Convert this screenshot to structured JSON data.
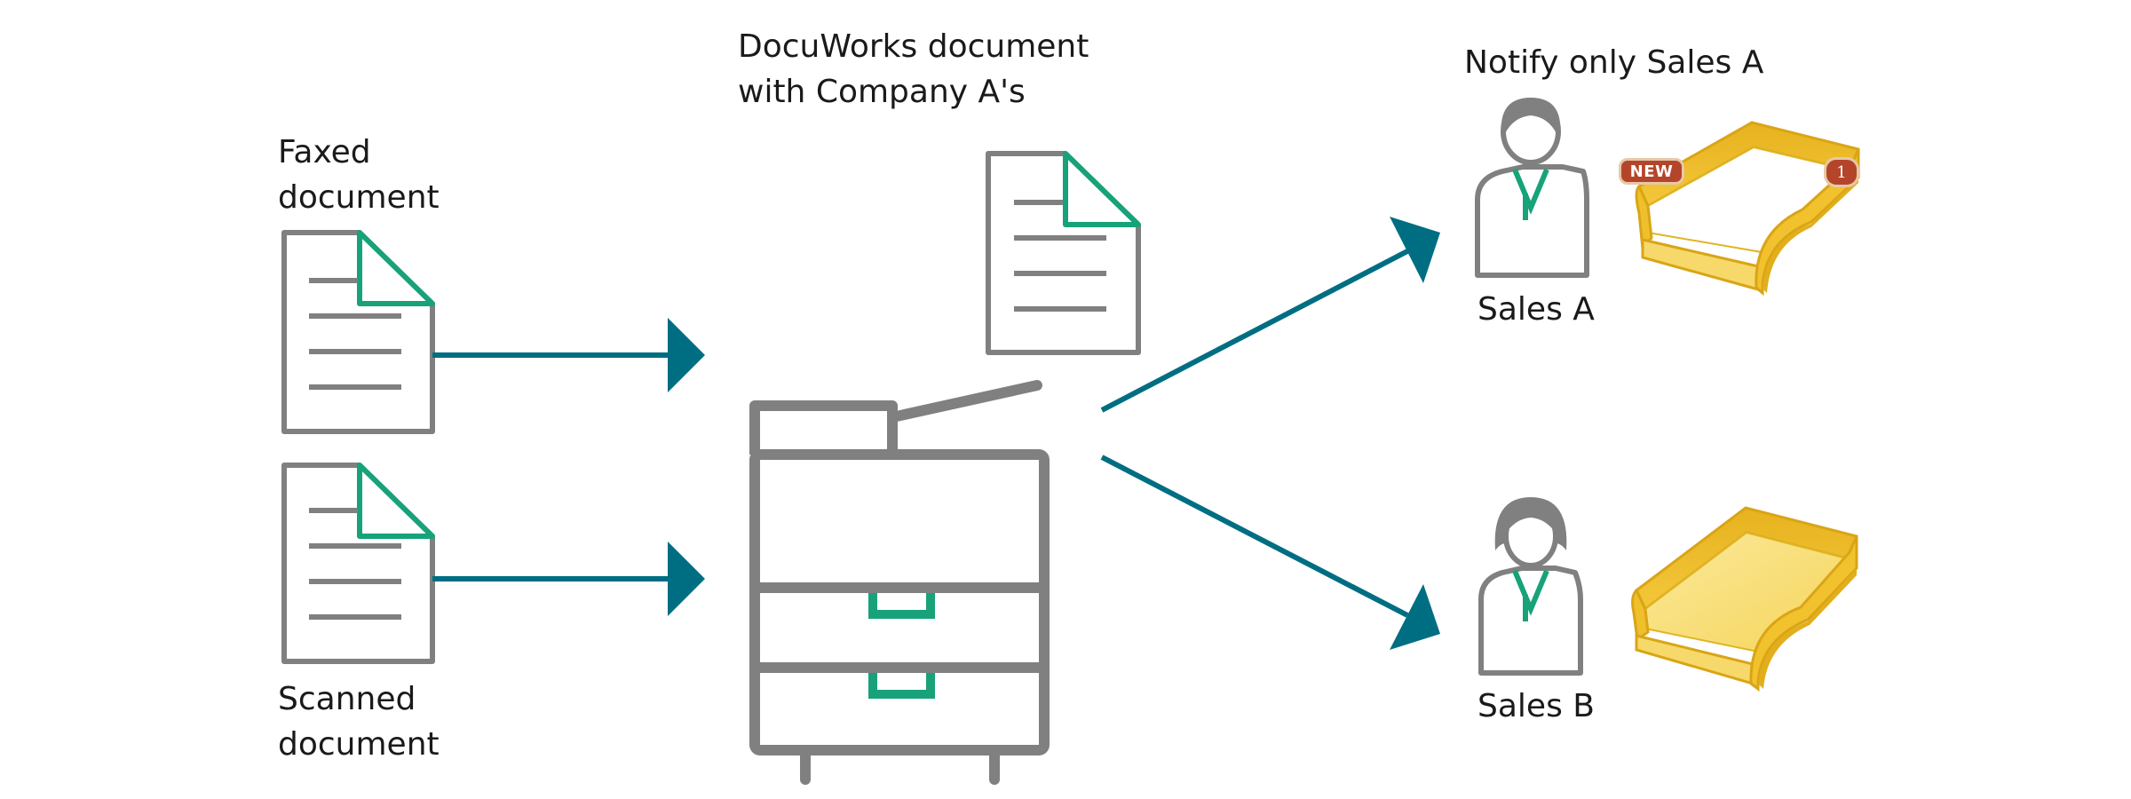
{
  "labels": {
    "faxed_line1": "Faxed",
    "faxed_line2": "document",
    "scanned_line1": "Scanned",
    "scanned_line2": "document",
    "docuworks_line1": "DocuWorks document",
    "docuworks_line2": "with Company A's",
    "notify": "Notify only Sales A",
    "sales_a": "Sales A",
    "sales_b": "Sales B"
  },
  "badges": {
    "new": "NEW",
    "count": "1"
  },
  "colors": {
    "arrow": "#006e82",
    "outline": "#808080",
    "accent": "#17a27a",
    "tray": "#f2c12e",
    "badge": "#b5452a"
  },
  "icons": {
    "document": "document-icon",
    "mfp": "multifunction-printer-icon",
    "male_user": "male-user-icon",
    "female_user": "female-user-icon",
    "tray": "inbox-tray-icon"
  }
}
